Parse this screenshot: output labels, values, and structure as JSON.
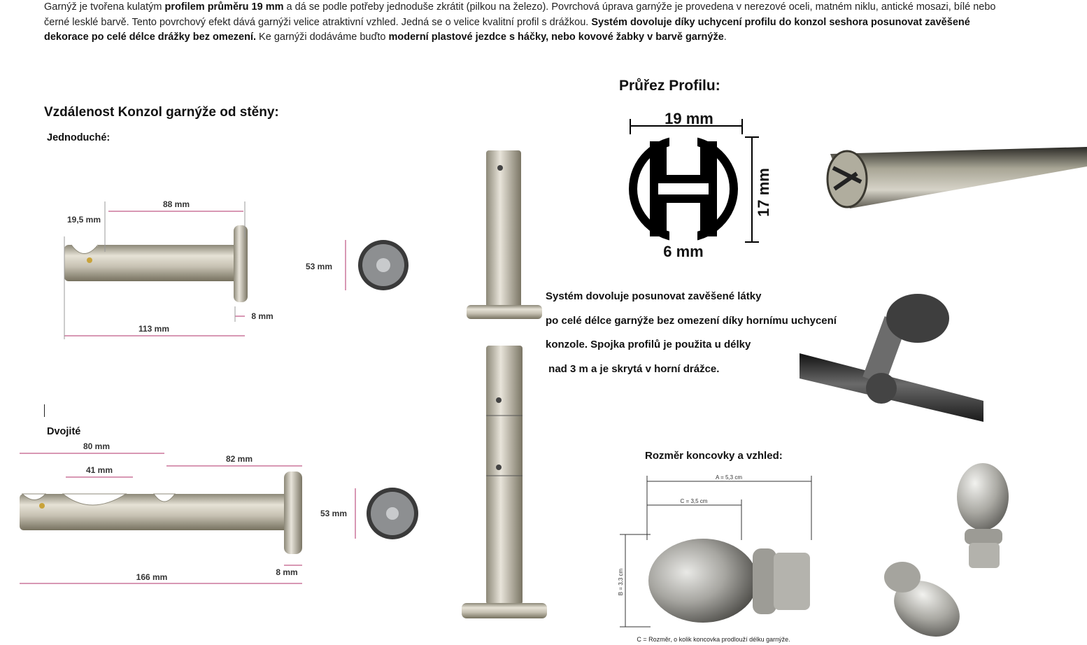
{
  "intro": {
    "t1": "Garnýž je tvořena kulatým ",
    "b1": "profilem průměru 19 mm",
    "t2": " a dá se podle potřeby jednoduše zkrátit (pilkou na železo). Povrchová úprava garnýže je provedena v nerezové oceli, matném niklu, antické mosazi, bílé nebo černé lesklé barvě. Tento povrchový efekt dává garnýži velice atraktivní vzhled. Jedná se o velice kvalitní profil s drážkou. ",
    "b2": "Systém dovoluje díky uchycení profilu do konzol seshora posunovat zavěšené dekorace po celé délce drážky bez omezení.",
    "t3": " Ke garnýži dodáváme buďto ",
    "b3": "moderní plastové jezdce s háčky, nebo kovové žabky v barvě garnýže",
    "t4": "."
  },
  "section_konzol": {
    "heading": "Vzdálenost Konzol garnýže od stěny:",
    "single_label": "Jednoduché:",
    "double_label": "Dvojité"
  },
  "single_bracket": {
    "dim_top": "88 mm",
    "dim_notch": "19,5 mm",
    "dim_total": "113 mm",
    "dim_plate": "8 mm",
    "dim_round": "53 mm"
  },
  "double_bracket": {
    "dim_a": "80 mm",
    "dim_b": "41 mm",
    "dim_c": "82 mm",
    "dim_total": "166 mm",
    "dim_plate": "8 mm",
    "dim_round": "53 mm"
  },
  "profile": {
    "heading": "Průřez Profilu:",
    "width": "19 mm",
    "height": "17 mm",
    "gap": "6 mm"
  },
  "description": {
    "line1": "Systém dovoluje posunovat zavěšené látky",
    "line2": "po celé délce garnýže bez omezení díky hornímu uchycení",
    "line3": "konzole. Spojka profilů je použita u délky",
    "line4": " nad 3 m a je skrytá v horní drážce."
  },
  "endcap": {
    "heading": "Rozměr koncovky a vzhled:",
    "dim_a": "A = 5,3 cm",
    "dim_c": "C = 3,5 cm",
    "dim_b": "B = 3,3 cm",
    "caption": "C = Rozměr, o kolik koncovka prodlouží délku garnýže."
  },
  "colors": {
    "dimension_line": "#b0306a",
    "metal": "#b9b4a6",
    "profile": "#000000"
  }
}
